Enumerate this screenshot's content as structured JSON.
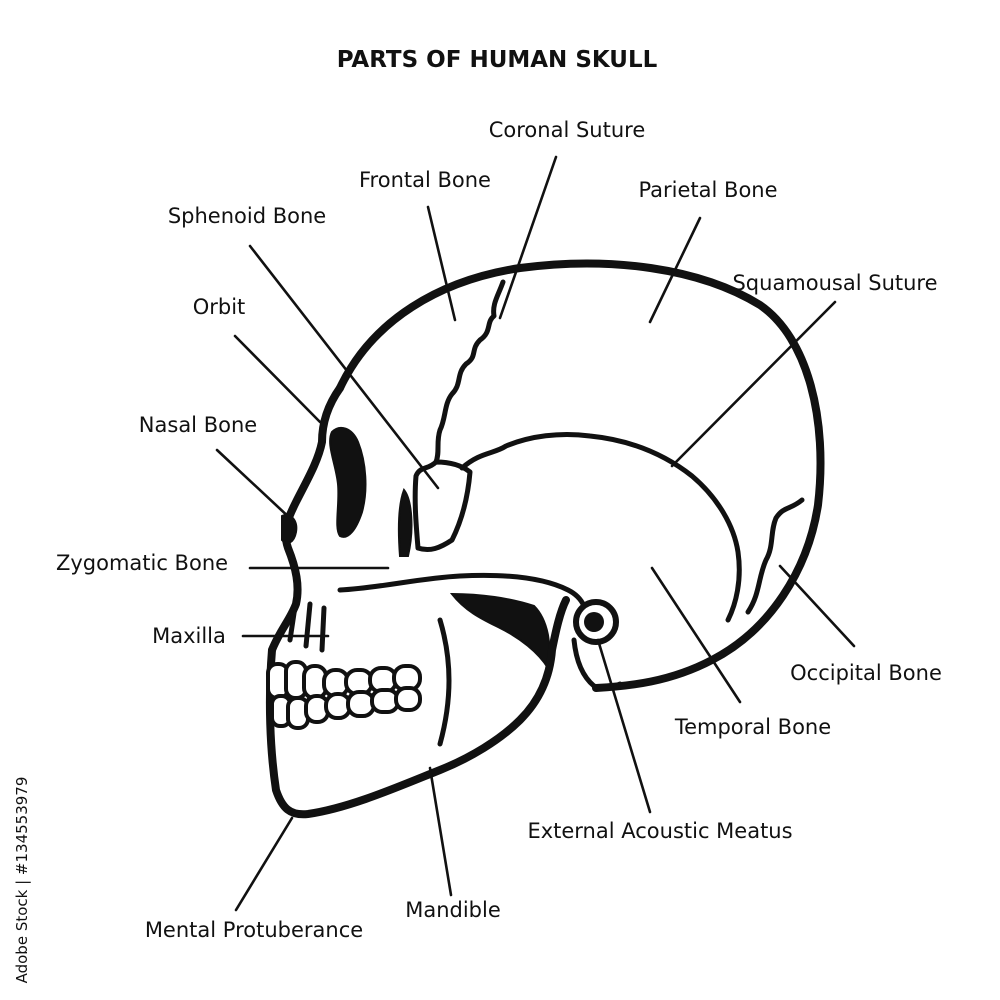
{
  "title": "PARTS OF HUMAN SKULL",
  "labels": {
    "coronal_suture": "Coronal Suture",
    "frontal_bone": "Frontal Bone",
    "parietal_bone": "Parietal Bone",
    "sphenoid_bone": "Sphenoid Bone",
    "squamousal_suture": "Squamousal Suture",
    "orbit": "Orbit",
    "nasal_bone": "Nasal Bone",
    "zygomatic_bone": "Zygomatic Bone",
    "maxilla": "Maxilla",
    "occipital_bone": "Occipital Bone",
    "temporal_bone": "Temporal Bone",
    "external_acoustic_meatus": "External Acoustic Meatus",
    "mandible": "Mandible",
    "mental_protuberance": "Mental Protuberance"
  },
  "watermark": "Adobe Stock | #134553979",
  "colors": {
    "ink": "#111111",
    "background": "#ffffff"
  }
}
